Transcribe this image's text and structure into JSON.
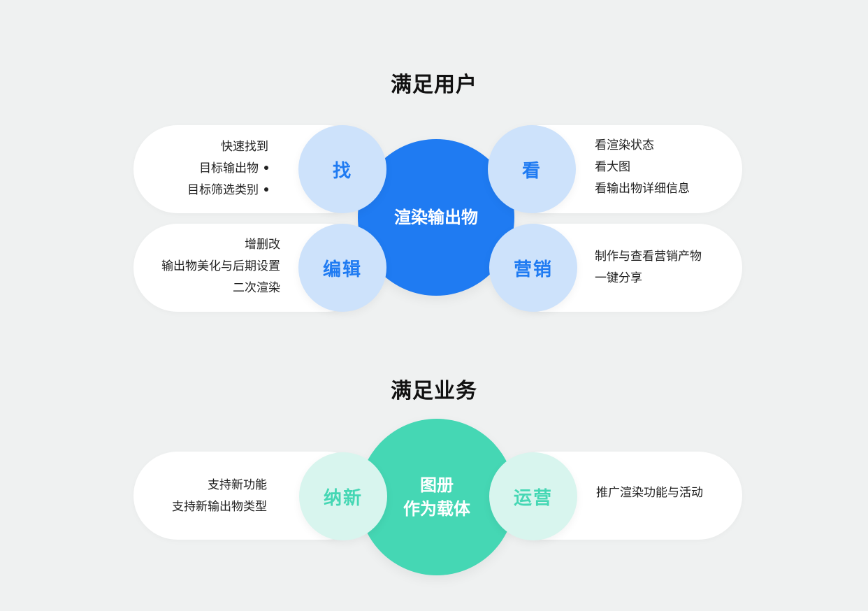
{
  "user_section": {
    "title": "满足用户",
    "center": "渲染输出物",
    "find": {
      "label": "找",
      "items": [
        "快速找到",
        "目标输出物",
        "目标筛选类别"
      ]
    },
    "view": {
      "label": "看",
      "items": [
        "看渲染状态",
        "看大图",
        "看输出物详细信息"
      ]
    },
    "edit": {
      "label": "编辑",
      "items": [
        "增删改",
        "输出物美化与后期设置",
        "二次渲染"
      ]
    },
    "marketing": {
      "label": "营销",
      "items": [
        "制作与查看营销产物",
        "一键分享"
      ]
    }
  },
  "business_section": {
    "title": "满足业务",
    "center_lines": [
      "图册",
      "作为载体"
    ],
    "acquire": {
      "label": "纳新",
      "items": [
        "支持新功能",
        "支持新输出物类型"
      ]
    },
    "operate": {
      "label": "运营",
      "items": [
        "推广渲染功能与活动"
      ]
    }
  },
  "colors": {
    "background": "#eff1f1",
    "primary_blue": "#1f7bf2",
    "light_blue": "#cde2fb",
    "primary_green": "#45d7b4",
    "light_green": "#d8f5ee"
  }
}
